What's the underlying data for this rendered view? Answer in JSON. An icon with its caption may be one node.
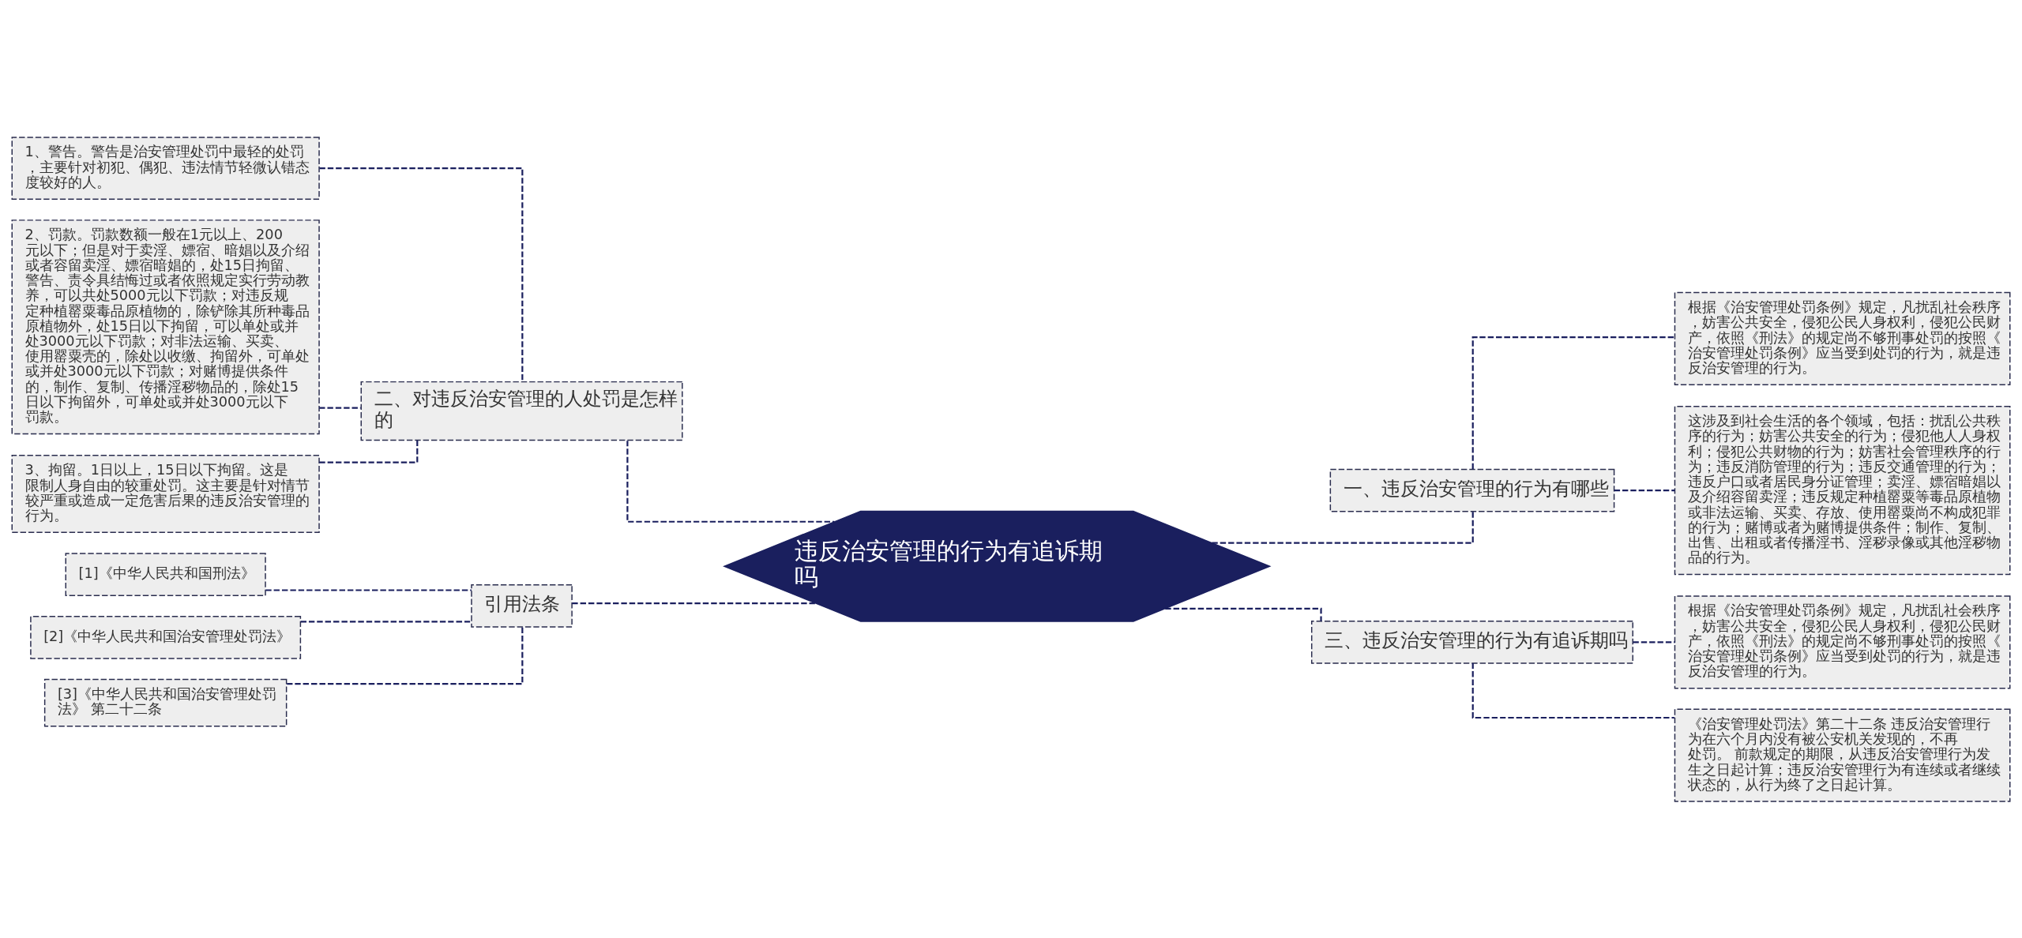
{
  "diagram": {
    "nodes": [
      {
        "text": [
          "违反治安管理的行为有追诉期吗"
        ]
      },
      {
        "text": [
          "二、对违反治安管理的人处罚是怎样的"
        ]
      },
      {
        "text": [
          "1、警告。警告是治安管理处罚中最轻的处罚，主要针对初犯、偶犯、违法情节轻微认错态度较好的人。"
        ]
      },
      {
        "text": [
          "2、罚款。罚款数额一般在1元以上、200元以下；但是对于卖淫、嫖宿、暗娼以及介绍或者容留卖淫、嫖宿暗娼的，处15日拘留、警告、责令具结悔过或者依照规定实行劳动教养，可以共处5000元以下罚款；对违反规定种植罂粟毒品原植物的，除铲除其所种毒品原植物外，处15日以下拘留，可以单处或并处3000元以下罚款；对非法运输、买卖、使用罂粟壳的，除处以收缴、拘留外，可单处或并处3000元以下罚款；对赌博提供条件的，制作、复制、传播淫秽物品的，除处15日以下拘留外，可单处或并处3000元以下罚款。"
        ]
      },
      {
        "text": [
          "3、拘留。1日以上，15日以下拘留。这是限制人身自由的较重处罚。这主要是针对情节较严重或造成一定危害后果的违反治安管理的行为。"
        ]
      },
      {
        "text": [
          "引用法条"
        ]
      },
      {
        "text": [
          "[1]《中华人民共和国刑法》"
        ]
      },
      {
        "text": [
          "[2]《中华人民共和国治安管理处罚法》"
        ]
      },
      {
        "text": [
          "[3]《中华人民共和国治安管理处罚法》 第二十二条"
        ]
      },
      {
        "text": [
          "一、违反治安管理的行为有哪些"
        ]
      },
      {
        "text": [
          "根据《治安管理处罚条例》规定，凡扰乱社会秩序，妨害公共安全，侵犯公民人身权利，侵犯公民财产，依照《刑法》的规定尚不够刑事处罚的按照《治安管理处罚条例》应当受到处罚的行为，就是违反治安管理的行为。"
        ]
      },
      {
        "text": [
          "这涉及到社会生活的各个领域，包括：扰乱公共秩序的行为；妨害公共安全的行为；侵犯他人人身权利；侵犯公共财物的行为；妨害社会管理秩序的行为；违反消防管理的行为；违反交通管理的行为；违反户口或者居民身分证管理；卖淫、嫖宿暗娼以及介绍容留卖淫；违反规定种植罂粟等毒品原植物或非法运输、买卖、存放、使用罂粟尚不构成犯罪的行为；赌博或者为赌博提供条件；制作、复制、出售、出租或者传播淫书、淫秽录像或其他淫秽物品的行为。"
        ]
      },
      {
        "text": [
          "三、违反治安管理的行为有追诉期吗"
        ]
      },
      {
        "text": [
          "根据《治安管理处罚条例》规定，凡扰乱社会秩序，妨害公共安全，侵犯公民人身权利，侵犯公民财产，依照《刑法》的规定尚不够刑事处罚的按照《治安管理处罚条例》应当受到处罚的行为，就是违反治安管理的行为。"
        ]
      },
      {
        "text": [
          "《治安管理处罚法》第二十二条 违反治安管理行为在六个月内没有被公安机关发现的，不再处罚。 前款规定的期限，从违反治安管理行为发生之日起计算；违反治安管理行为有连续或者继续状态的，从行为终了之日起计算。"
        ]
      }
    ],
    "edges": [
      {
        "from": 0,
        "to": 1,
        "arrow": "none",
        "style": "dashed"
      },
      {
        "from": 1,
        "to": 2,
        "arrow": "none",
        "style": "dashed"
      },
      {
        "from": 1,
        "to": 3,
        "arrow": "none",
        "style": "dashed"
      },
      {
        "from": 1,
        "to": 4,
        "arrow": "none",
        "style": "dashed"
      },
      {
        "from": 0,
        "to": 5,
        "arrow": "none",
        "style": "dashed"
      },
      {
        "from": 5,
        "to": 6,
        "arrow": "none",
        "style": "dashed"
      },
      {
        "from": 5,
        "to": 7,
        "arrow": "none",
        "style": "dashed"
      },
      {
        "from": 5,
        "to": 8,
        "arrow": "none",
        "style": "dashed"
      },
      {
        "from": 0,
        "to": 9,
        "arrow": "none",
        "style": "dashed"
      },
      {
        "from": 9,
        "to": 10,
        "arrow": "none",
        "style": "dashed"
      },
      {
        "from": 9,
        "to": 11,
        "arrow": "none",
        "style": "dashed"
      },
      {
        "from": 0,
        "to": 12,
        "arrow": "none",
        "style": "dashed"
      },
      {
        "from": 12,
        "to": 13,
        "arrow": "none",
        "style": "dashed"
      },
      {
        "from": 12,
        "to": 14,
        "arrow": "none",
        "style": "dashed"
      }
    ]
  }
}
